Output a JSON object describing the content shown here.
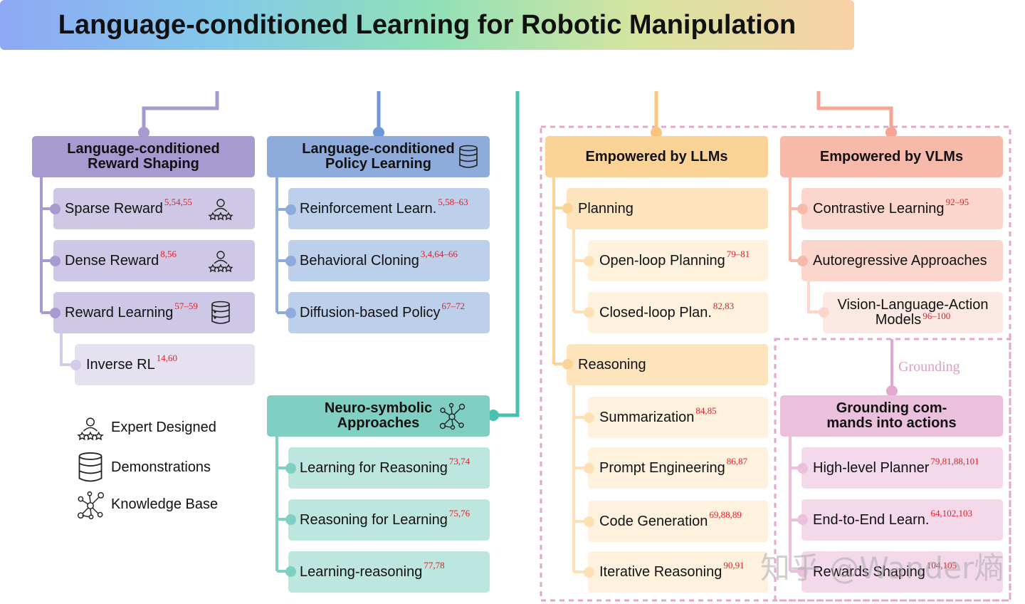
{
  "title": "Language-conditioned Learning for Robotic Manipulation",
  "colors": {
    "reward": "#a69ad0",
    "reward_box": "#cfc7e6",
    "reward_light": "#e6e1f1",
    "policy": "#8eabdb",
    "policy_box": "#bccfeb",
    "neuro": "#7fd0c3",
    "neuro_box": "#bde6de",
    "llm": "#fbd396",
    "llm_box": "#fde4bd",
    "llm_light": "#fef2df",
    "vlm": "#f7b9aa",
    "vlm_box": "#fbd6cc",
    "vlm_light": "#fde9e4",
    "ground": "#ebc0dc",
    "ground_box": "#f4d9ea",
    "citation": "#e0202a",
    "dashed": "#e2a8cc"
  },
  "columns": {
    "reward": {
      "header_line1": "Language-conditioned",
      "header_line2": "Reward Shaping",
      "items": [
        {
          "label": "Sparse Reward",
          "refs": "5,54,55",
          "icon": "expert-designed-icon"
        },
        {
          "label": "Dense Reward",
          "refs": "8,56",
          "icon": "expert-designed-icon"
        },
        {
          "label": "Reward Learning",
          "refs": "57–59",
          "icon": "demonstrations-icon"
        },
        {
          "label": "Inverse RL",
          "refs": "14,60"
        }
      ]
    },
    "policy": {
      "header_line1": "Language-conditioned",
      "header_line2": "Policy Learning",
      "icon": "demonstrations-icon",
      "items": [
        {
          "label": "Reinforcement Learn.",
          "refs": "5,58–63"
        },
        {
          "label": "Behavioral Cloning",
          "refs": "3,4,64–66"
        },
        {
          "label": "Diffusion-based Policy",
          "refs": "67–72"
        }
      ]
    },
    "neuro": {
      "header_line1": "Neuro-symbolic",
      "header_line2": "Approaches",
      "icon": "knowledge-base-icon",
      "items": [
        {
          "label": "Learning for Reasoning",
          "refs": "73,74"
        },
        {
          "label": "Reasoning for Learning",
          "refs": "75,76"
        },
        {
          "label": "Learning-reasoning",
          "refs": "77,78"
        }
      ]
    },
    "llm": {
      "header": "Empowered by LLMs",
      "planning": "Planning",
      "planning_items": [
        {
          "label": "Open-loop Planning",
          "refs": "79–81"
        },
        {
          "label": "Closed-loop Plan.",
          "refs": "82,83"
        }
      ],
      "reasoning": "Reasoning",
      "reasoning_items": [
        {
          "label": "Summarization",
          "refs": "84,85"
        },
        {
          "label": "Prompt Engineering",
          "refs": "86,87"
        },
        {
          "label": "Code Generation",
          "refs": "69,88,89"
        },
        {
          "label": "Iterative Reasoning",
          "refs": "90,91"
        }
      ]
    },
    "vlm": {
      "header": "Empowered by VLMs",
      "items": [
        {
          "label": "Contrastive Learning",
          "refs": "92–95"
        },
        {
          "label": "Autoregressive Approaches",
          "refs": ""
        }
      ],
      "sub_line1": "Vision-Language-Action",
      "sub_line2": "Models",
      "sub_refs": "96–100"
    },
    "ground": {
      "link_label": "Grounding",
      "header_line1": "Grounding com-",
      "header_line2": "mands into actions",
      "items": [
        {
          "label": "High-level Planner",
          "refs": "79,81,88,101"
        },
        {
          "label": "End-to-End Learn.",
          "refs": "64,102,103"
        },
        {
          "label": "Rewards Shaping",
          "refs": "104,105"
        }
      ]
    }
  },
  "legend": [
    {
      "icon": "expert-designed-icon",
      "label": "Expert Designed"
    },
    {
      "icon": "demonstrations-icon",
      "label": "Demonstrations"
    },
    {
      "icon": "knowledge-base-icon",
      "label": "Knowledge Base"
    }
  ],
  "watermark": "知乎 @Wander熵"
}
